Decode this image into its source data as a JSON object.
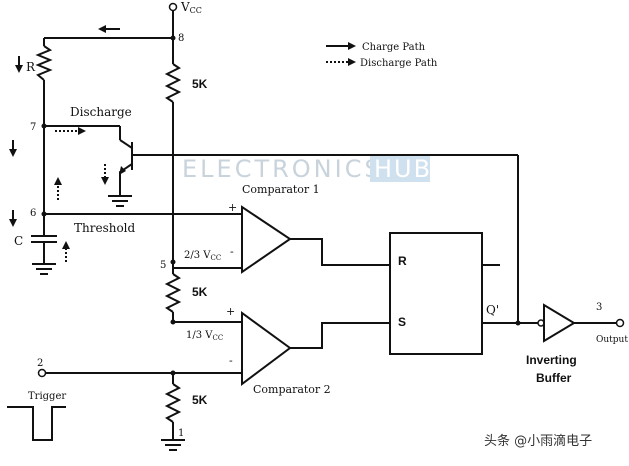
{
  "supply": {
    "label": "V",
    "subscript": "CC"
  },
  "pins": {
    "p8": "8",
    "p7": "7",
    "p6": "6",
    "p5": "5",
    "p2": "2",
    "p1": "1",
    "p3": "3"
  },
  "resistors": {
    "r_top": "5K",
    "r_mid": "5K",
    "r_bot": "5K",
    "r_ext": "R"
  },
  "capacitor": "C",
  "labels": {
    "discharge": "Discharge",
    "threshold": "Threshold",
    "trigger": "Trigger",
    "output": "Output",
    "inverting_buffer_line1": "Inverting",
    "inverting_buffer_line2": "Buffer",
    "comparator1": "Comparator 1",
    "comparator2": "Comparator 2",
    "ref_two_thirds": "2/3 V",
    "ref_one_third": "1/3 V",
    "ref_sub": "CC",
    "plus": "+",
    "minus": "-",
    "ff_r": "R",
    "ff_s": "S",
    "ff_q": "Q'"
  },
  "legend": {
    "charge": "Charge Path",
    "discharge": "Discharge Path"
  },
  "watermark": {
    "text": "ELECTRONICS",
    "box": "HUB"
  },
  "footer": "头条 @小雨滴电子"
}
